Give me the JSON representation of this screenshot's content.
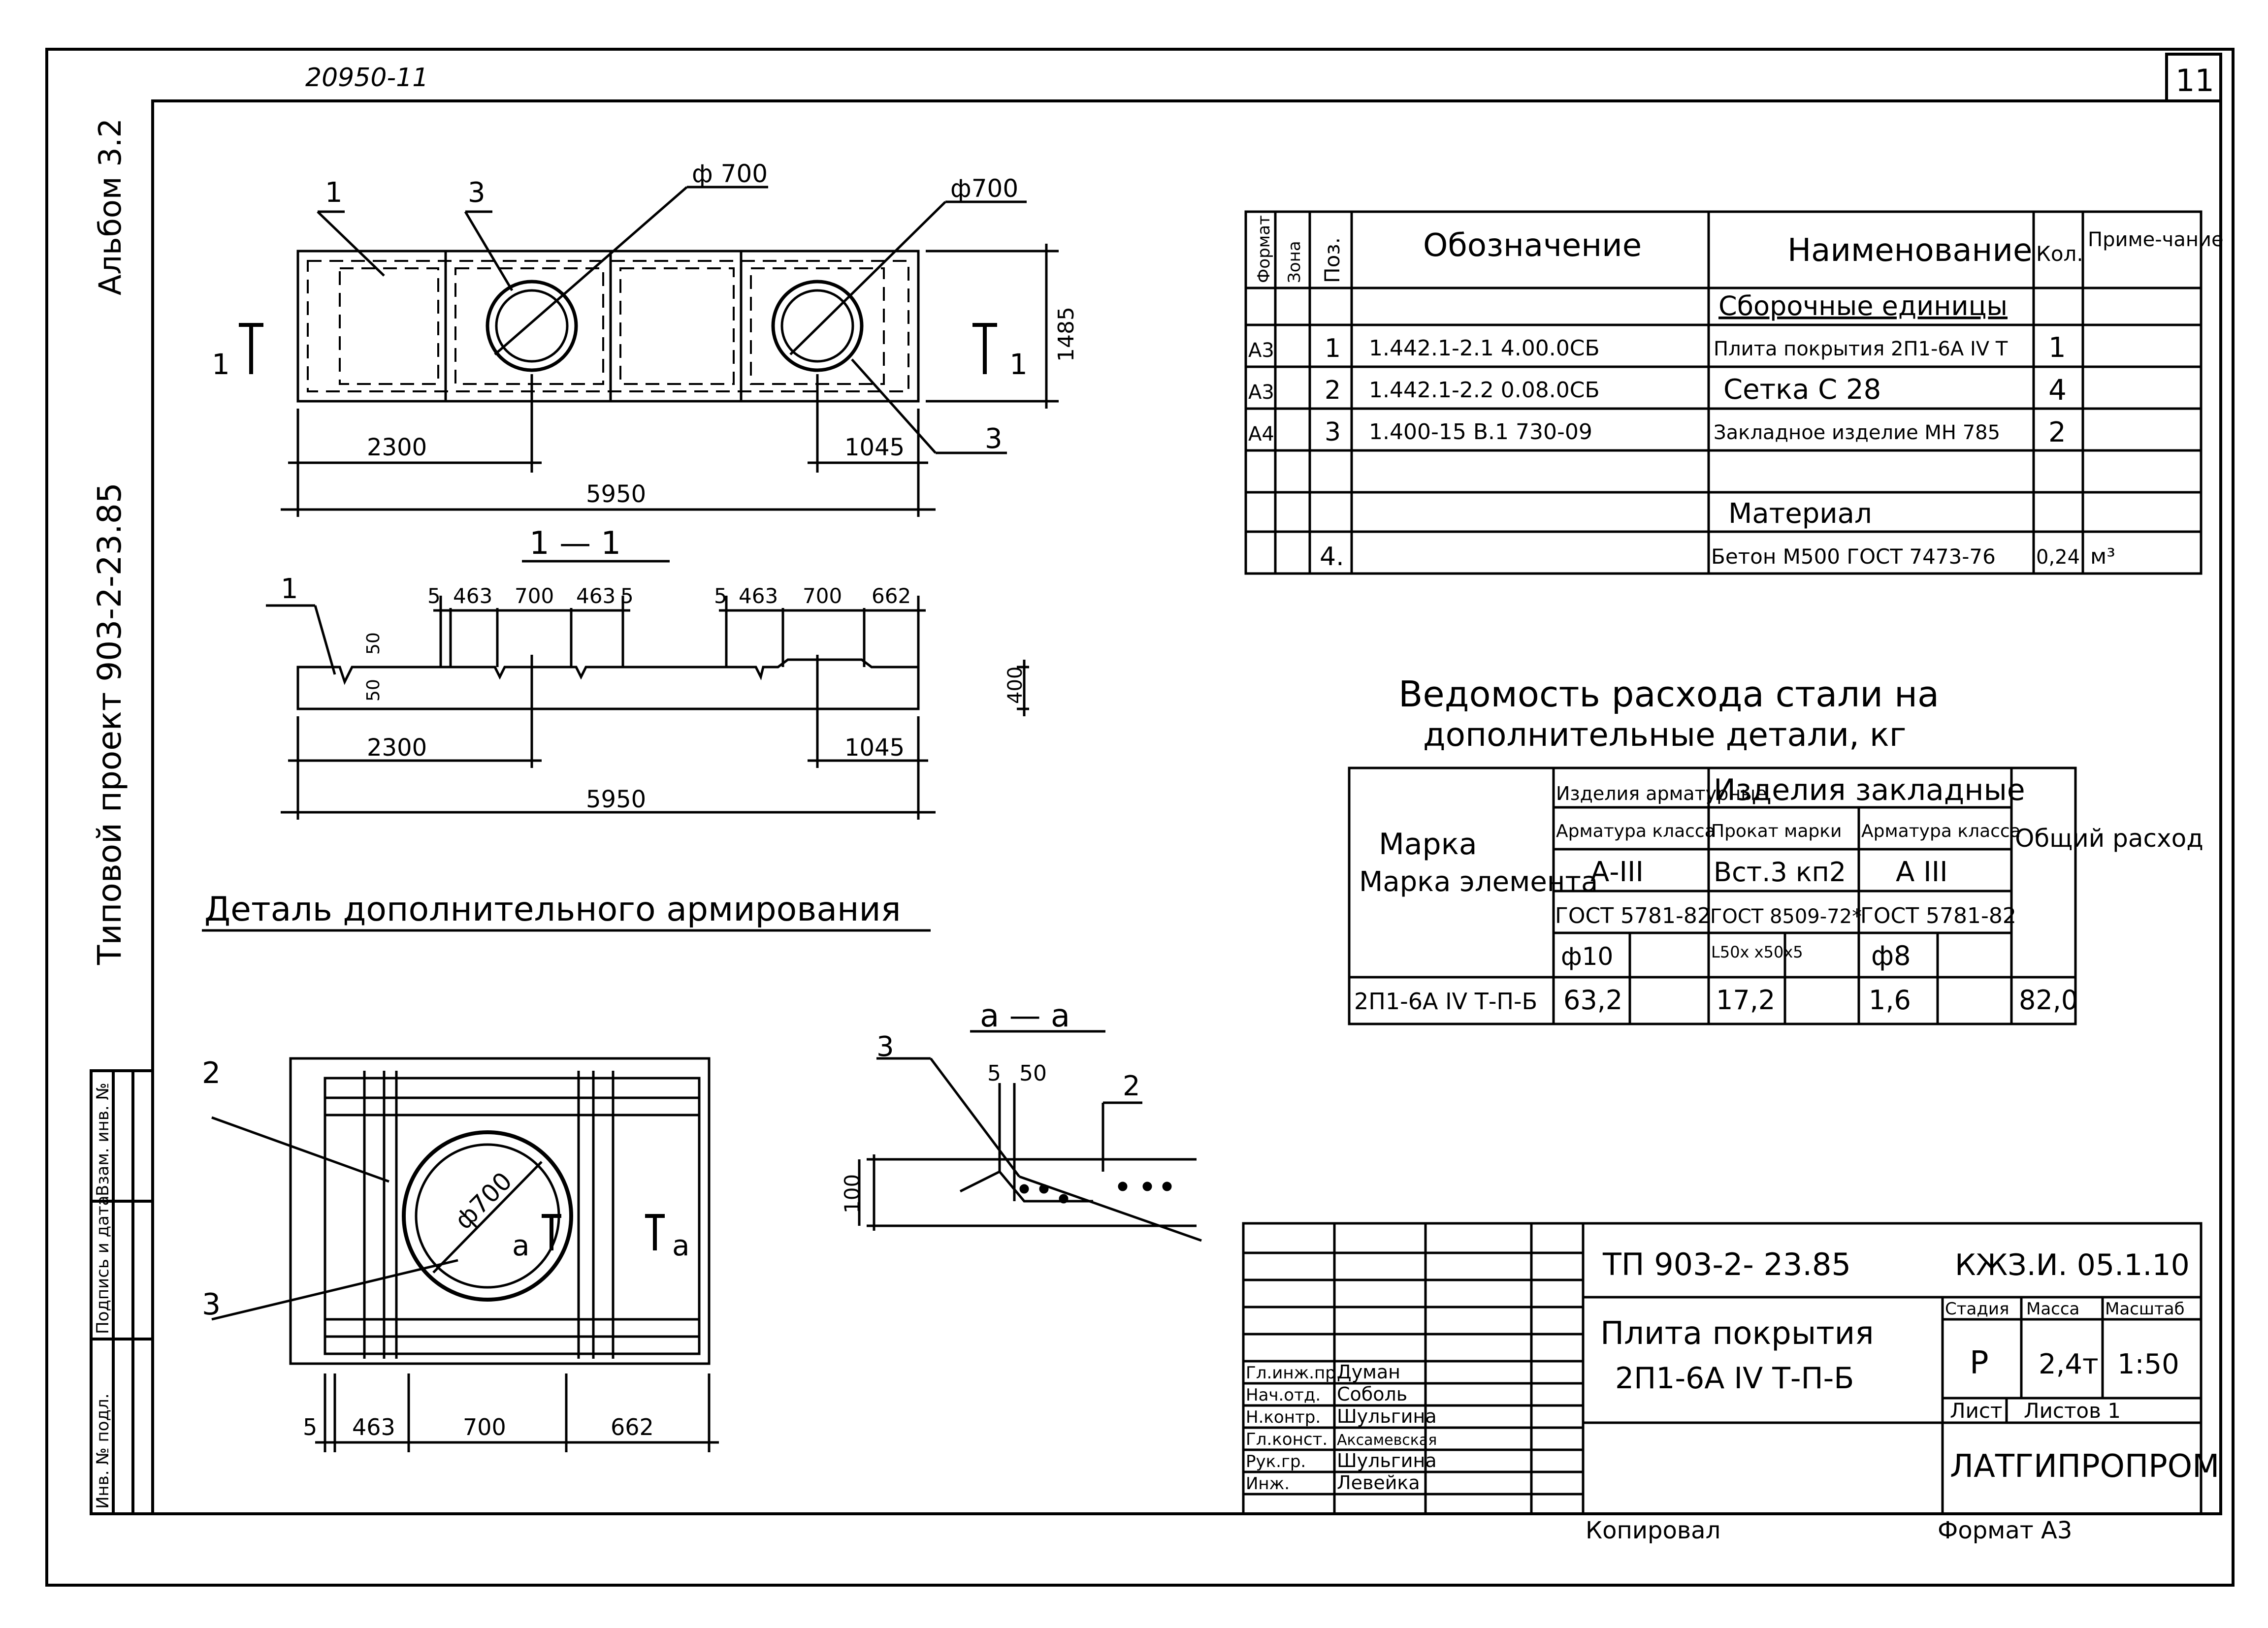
{
  "header": {
    "top_code": "20950-11",
    "sheet_number": "11"
  },
  "margin": {
    "album": "Альбом 3.2",
    "project": "Типовой проект 903-2-23.85",
    "stamp_labels": [
      "Инв. № подл.",
      "Подпись и дата",
      "Взам. инв. №"
    ]
  },
  "plan": {
    "label_1": "1",
    "label_3a": "3",
    "label_3b": "3",
    "dia_1": "ф 700",
    "dia_2": "ф700",
    "dim_height": "1485",
    "dim_2300": "2300",
    "dim_1045": "1045",
    "dim_5950": "5950",
    "cut_left": "1",
    "cut_right": "1"
  },
  "section": {
    "title": "1 — 1",
    "label_1": "1",
    "top_dims": [
      "5",
      "463",
      "700",
      "463",
      "5",
      "5",
      "463",
      "700",
      "662"
    ],
    "dim_50a": "50",
    "dim_50b": "50",
    "dim_400": "400",
    "dim_2300": "2300",
    "dim_1045": "1045",
    "dim_5950": "5950"
  },
  "detail": {
    "title": "Деталь дополнительного армирования",
    "label_2": "2",
    "label_3": "3",
    "dia": "ф700",
    "cut": "а",
    "cut2": "а",
    "dims": [
      "5",
      "463",
      "700",
      "662"
    ]
  },
  "section_a": {
    "title": "а — а",
    "label_3": "3",
    "label_2": "2",
    "dim_5": "5",
    "dim_50": "50",
    "dim_100": "100"
  },
  "spec_table": {
    "headers": [
      "Формат",
      "Зона",
      "Поз.",
      "Обозначение",
      "Наименование",
      "Кол.",
      "Приме-чание"
    ],
    "rows": [
      {
        "fmt": "",
        "zone": "",
        "pos": "",
        "code": "",
        "name": "Сборочные единицы",
        "qty": "",
        "note": ""
      },
      {
        "fmt": "А3",
        "zone": "",
        "pos": "1",
        "code": "1.442.1-2.1   4.00.0СБ",
        "name": "Плита покрытия 2П1-6А IV Т",
        "qty": "1",
        "note": ""
      },
      {
        "fmt": "А3",
        "zone": "",
        "pos": "2",
        "code": "1.442.1-2.2   0.08.0СБ",
        "name": "Сетка  С 28",
        "qty": "4",
        "note": ""
      },
      {
        "fmt": "А4",
        "zone": "",
        "pos": "3",
        "code": "1.400-15   В.1  730-09",
        "name": "Закладное изделие  МН 785",
        "qty": "2",
        "note": ""
      },
      {
        "fmt": "",
        "zone": "",
        "pos": "",
        "code": "",
        "name": "",
        "qty": "",
        "note": ""
      },
      {
        "fmt": "",
        "zone": "",
        "pos": "",
        "code": "",
        "name": "Материал",
        "qty": "",
        "note": ""
      },
      {
        "fmt": "",
        "zone": "",
        "pos": "4.",
        "code": "",
        "name": "Бетон М500 ГОСТ 7473-76",
        "qty": "0,24",
        "note": "м³"
      }
    ]
  },
  "steel_table": {
    "title_1": "Ведомость расхода стали на",
    "title_2": "дополнительные детали, кг",
    "col_mark": "Марка элемента",
    "grp_rebar": "Изделия арматурные",
    "grp_embed": "Изделия закладные",
    "col_total": "Общий расход",
    "sub_rebar": "Арматура класса",
    "sub_rolled": "Прокат марки",
    "sub_rebar2": "Арматура класса",
    "cls_1": "А-III",
    "cls_2": "Вст.3 кп2",
    "cls_3": "А III",
    "gost_1": "ГОСТ 5781-82",
    "gost_2": "ГОСТ 8509-72*",
    "gost_3": "ГОСТ 5781-82",
    "size_1": "ф10",
    "size_2": "L50x x50x5",
    "size_3": "ф8",
    "row_mark": "2П1-6А IV Т-П-Б",
    "val_1": "63,2",
    "val_2": "17,2",
    "val_3": "1,6",
    "val_total": "82,0"
  },
  "title_block": {
    "project_code": "ТП 903-2- 23.85",
    "doc_code": "КЖЗ.И. 05.1.10",
    "name_1": "Плита покрытия",
    "name_2": "2П1-6А IV Т-П-Б",
    "stage_h": "Стадия",
    "mass_h": "Масса",
    "scale_h": "Масштаб",
    "stage": "Р",
    "mass": "2,4т",
    "scale": "1:50",
    "sheet": "Лист",
    "sheets": "Листов 1",
    "org": "ЛАТГИПРОПРОМ",
    "people": [
      {
        "role": "Гл.инж.пр.",
        "name": "Думан"
      },
      {
        "role": "Нач.отд.",
        "name": "Соболь"
      },
      {
        "role": "Н.контр.",
        "name": "Шульгина"
      },
      {
        "role": "Гл.конст.",
        "name": "Аксамевская"
      },
      {
        "role": "Рук.гр.",
        "name": "Шульгина"
      },
      {
        "role": "Инж.",
        "name": "Левейка"
      }
    ]
  },
  "footer": {
    "copied": "Копировал",
    "format": "Формат А3"
  }
}
